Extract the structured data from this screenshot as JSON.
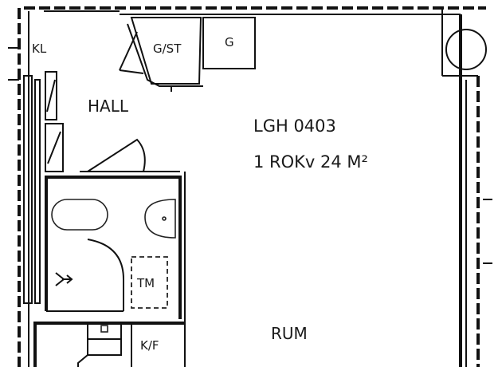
{
  "apartment": {
    "id_label": "LGH 0403",
    "size_label": "1 ROKv 24 M²"
  },
  "rooms": {
    "kl": "KL",
    "gst": "G/ST",
    "g": "G",
    "hall": "HALL",
    "tm": "TM",
    "kf": "K/F",
    "rum": "RUM"
  }
}
